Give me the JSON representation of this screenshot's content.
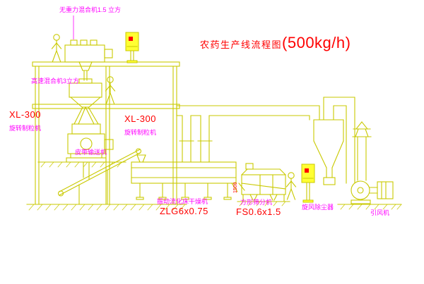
{
  "title": {
    "text": "农药生产线流程图",
    "capacity": "(500kg/h)"
  },
  "labels": {
    "top_mixer": "无重力混合机1.5 立方",
    "hs_mixer": "高速混合机3立方",
    "xl300_left_model": "XL-300",
    "xl300_left_name": "旋转制粒机",
    "xl300_mid_model": "XL-300",
    "xl300_mid_name": "旋转制粒机",
    "conveyor": "皮带输送机",
    "dryer_name": "振动流化床干燥机",
    "dryer_model": "ZLG6x0.75",
    "sieve_name": "方形筛分机",
    "sieve_model": "FS0.6x1.5",
    "cyclone": "旋风除尘器",
    "fan": "引风机",
    "dim_sieve": "1500"
  },
  "colors": {
    "line": "#c9c900",
    "magenta": "#ff00ff",
    "red": "#ff0000",
    "bg": "#ffffff",
    "panel": "#ffff33"
  }
}
